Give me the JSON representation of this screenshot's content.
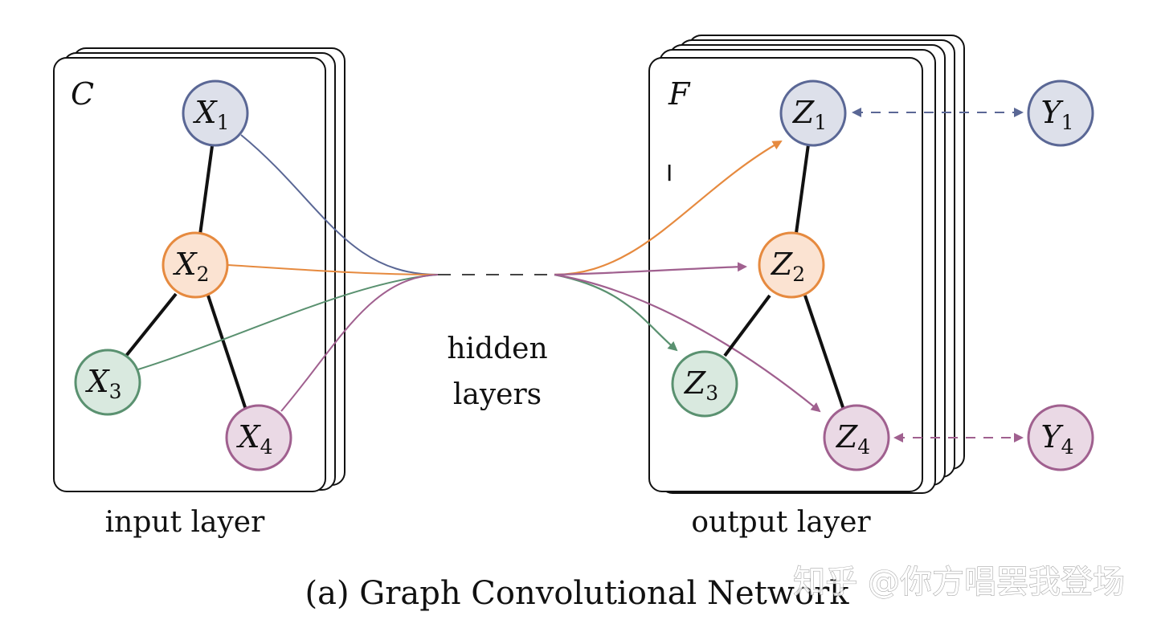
{
  "diagram": {
    "title": "(a) Graph Convolutional Network",
    "input_layer": {
      "caption": "input layer",
      "channel_label": "C",
      "nodes": [
        {
          "id": "X1",
          "letter": "X",
          "sub": "1"
        },
        {
          "id": "X2",
          "letter": "X",
          "sub": "2"
        },
        {
          "id": "X3",
          "letter": "X",
          "sub": "3"
        },
        {
          "id": "X4",
          "letter": "X",
          "sub": "4"
        }
      ],
      "edges": [
        [
          "X1",
          "X2"
        ],
        [
          "X2",
          "X3"
        ],
        [
          "X2",
          "X4"
        ]
      ]
    },
    "hidden": {
      "line1": "hidden",
      "line2": "layers"
    },
    "output_layer": {
      "caption": "output layer",
      "channel_label": "F",
      "nodes": [
        {
          "id": "Z1",
          "letter": "Z",
          "sub": "1"
        },
        {
          "id": "Z2",
          "letter": "Z",
          "sub": "2"
        },
        {
          "id": "Z3",
          "letter": "Z",
          "sub": "3"
        },
        {
          "id": "Z4",
          "letter": "Z",
          "sub": "4"
        }
      ],
      "edges": [
        [
          "Z1",
          "Z2"
        ],
        [
          "Z2",
          "Z3"
        ],
        [
          "Z2",
          "Z4"
        ]
      ]
    },
    "labels": [
      {
        "id": "Y1",
        "letter": "Y",
        "sub": "1",
        "pairs_with": "Z1"
      },
      {
        "id": "Y4",
        "letter": "Y",
        "sub": "4",
        "pairs_with": "Z4"
      }
    ],
    "colors": {
      "node1": {
        "fill": "#dde0ea",
        "stroke": "#5a6795"
      },
      "node2": {
        "fill": "#fbe3d2",
        "stroke": "#e68a3f"
      },
      "node3": {
        "fill": "#d9e9df",
        "stroke": "#5a9170"
      },
      "node4": {
        "fill": "#ead9e5",
        "stroke": "#a0608f"
      }
    }
  },
  "watermark": "知乎 @你方唱罢我登场"
}
